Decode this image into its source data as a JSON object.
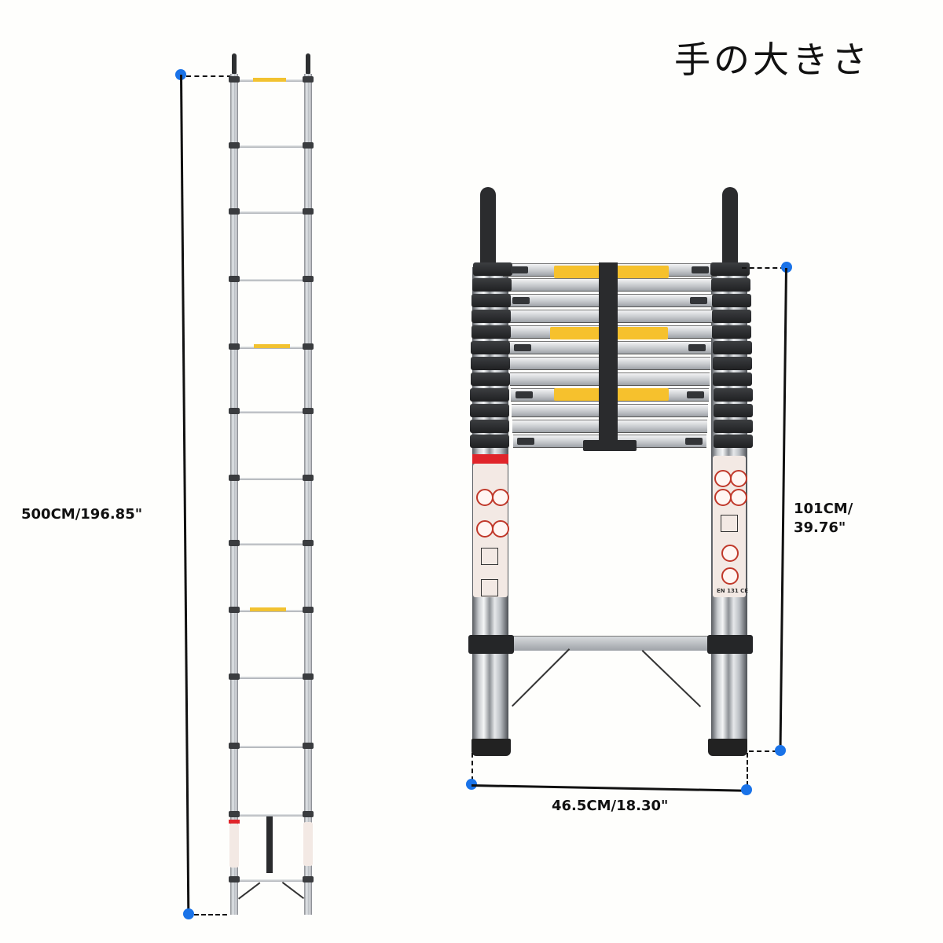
{
  "title": "手の大きさ",
  "extended_ladder": {
    "height_label": "500CM/196.85\"",
    "height_cm": 500,
    "height_in": 196.85,
    "rung_count": 13
  },
  "collapsed_ladder": {
    "height_label_line1": "101CM/",
    "height_label_line2": "39.76\"",
    "height_cm": 101,
    "height_in": 39.76,
    "width_label": "46.5CM/18.30\"",
    "width_cm": 46.5,
    "width_in": 18.3,
    "stacked_rungs": 12,
    "standard_mark": "EN 131 CE"
  },
  "colors": {
    "marker": "#1a73e8",
    "dimension_line": "#111111",
    "warning_label": "#f6c12d",
    "safety_band": "#e0242a"
  }
}
